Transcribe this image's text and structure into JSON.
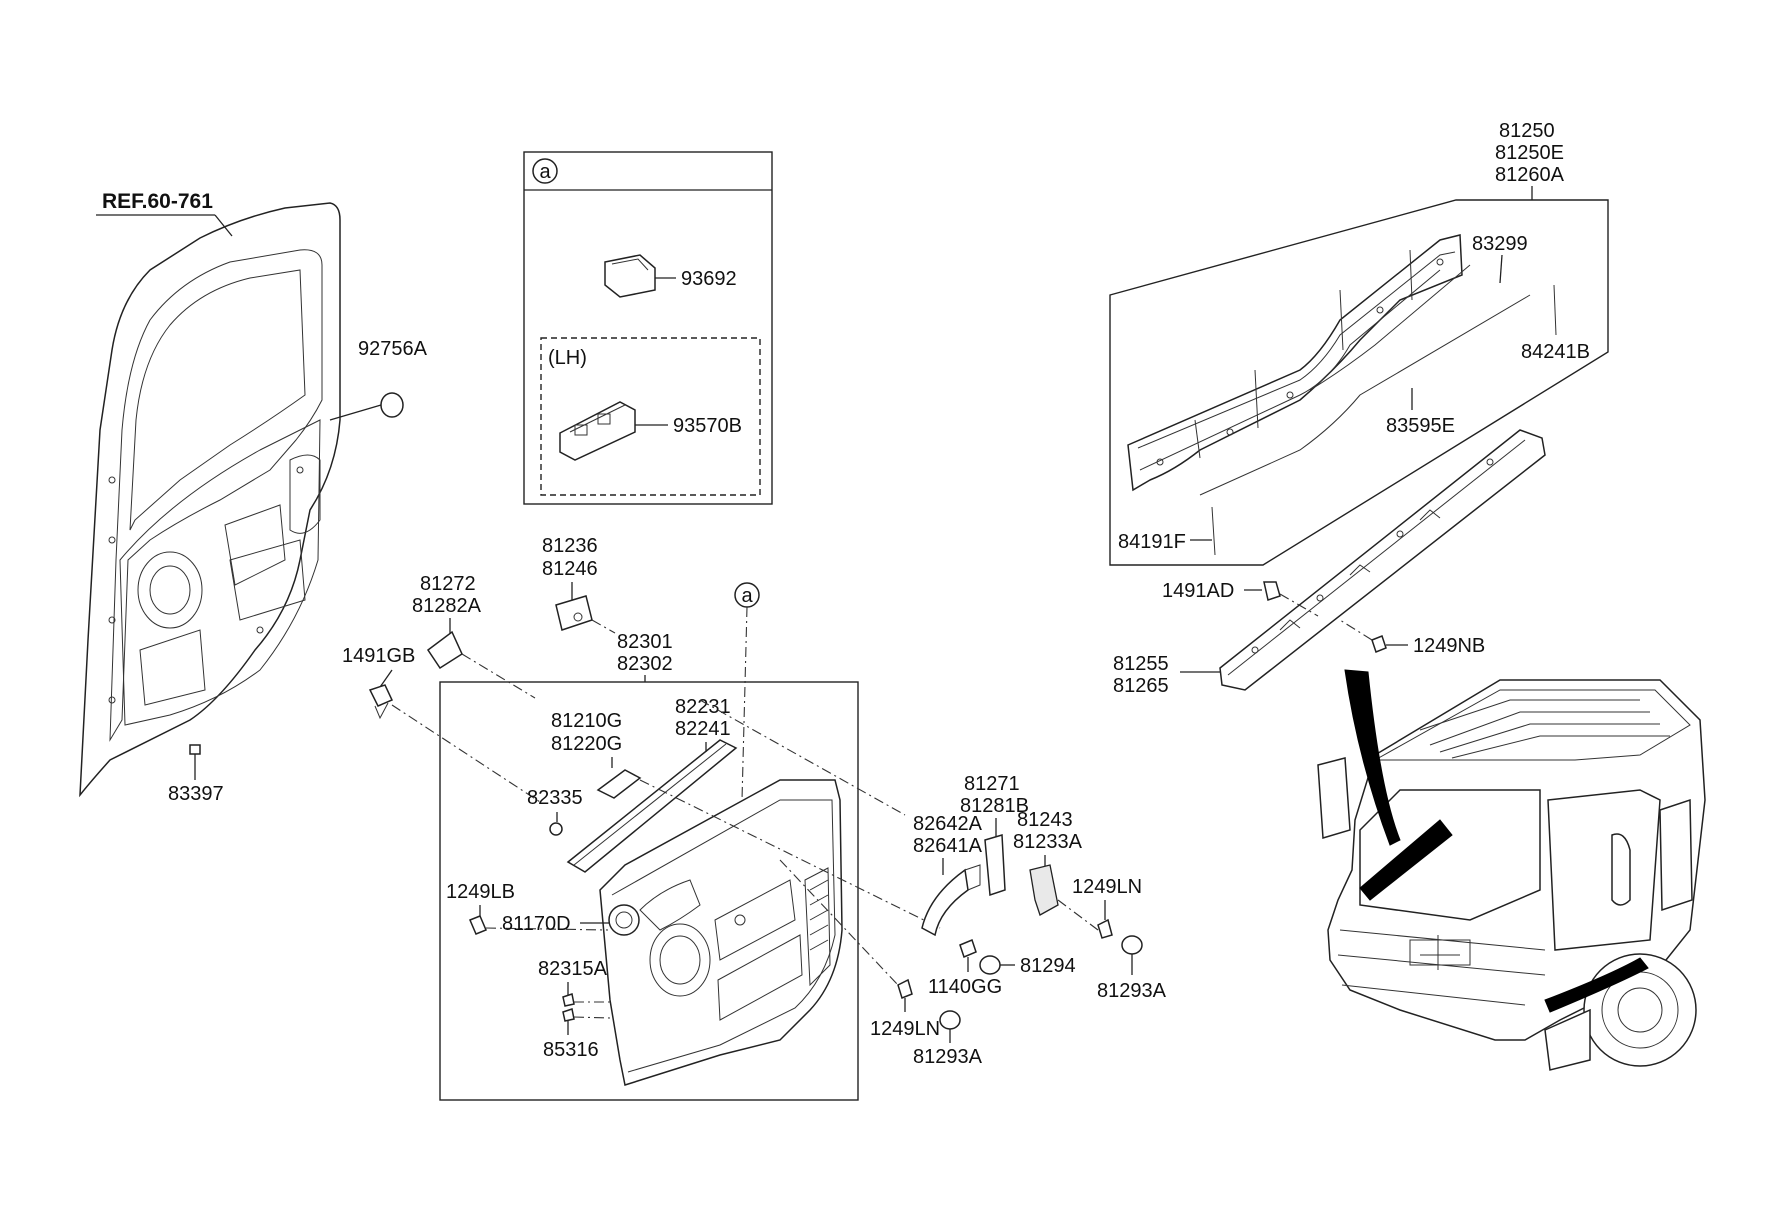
{
  "reference": {
    "label": "REF.60-761"
  },
  "inset": {
    "marker": "a",
    "switch_part": "93692",
    "variant_label": "(LH)",
    "power_window_switch_part": "93570B"
  },
  "callout_marker": "a",
  "parts": {
    "p92756A": "92756A",
    "p83397": "83397",
    "p81272": "81272",
    "p81282A": "81282A",
    "p1491GB": "1491GB",
    "p81236": "81236",
    "p81246": "81246",
    "p82301": "82301",
    "p82302": "82302",
    "p81210G": "81210G",
    "p81220G": "81220G",
    "p82231": "82231",
    "p82241": "82241",
    "p82335": "82335",
    "p1249LB": "1249LB",
    "p81170D": "81170D",
    "p82315A": "82315A",
    "p85316": "85316",
    "p1249LN_a": "1249LN",
    "p81293A_a": "81293A",
    "p1140GG": "1140GG",
    "p81294": "81294",
    "p82642A": "82642A",
    "p82641A": "82641A",
    "p81271": "81271",
    "p81281B": "81281B",
    "p81243": "81243",
    "p81233A": "81233A",
    "p1249LN_b": "1249LN",
    "p81293A_b": "81293A",
    "p81250": "81250",
    "p81250E": "81250E",
    "p81260A": "81260A",
    "p83299": "83299",
    "p84241B": "84241B",
    "p83595E": "83595E",
    "p84191F": "84191F",
    "p1491AD": "1491AD",
    "p1249NB": "1249NB",
    "p81255": "81255",
    "p81265": "81265"
  }
}
